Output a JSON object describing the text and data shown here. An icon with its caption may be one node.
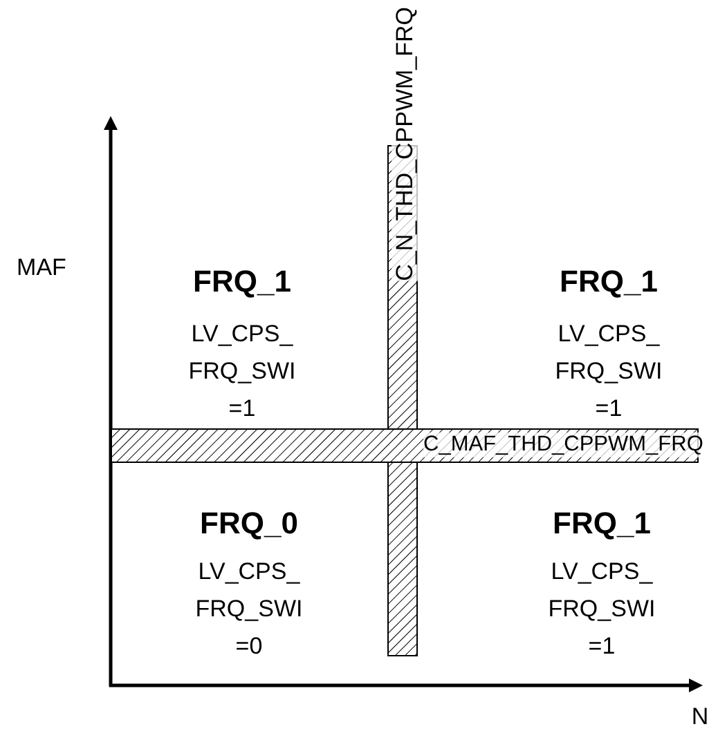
{
  "diagram": {
    "nodes": [
      {
        "text": [
          "C_N_THD_CPPWM_FRQ"
        ]
      },
      {
        "text": [
          "C_MAF_THD_CPPWM_FRQ"
        ]
      }
    ],
    "edges": [],
    "labels": [
      "MAF",
      "FRQ_1",
      "LV_CPS_ FRQ_SWI =1",
      "FRQ_1",
      "LV_CPS_ FRQ_SWI =1",
      "FRQ_0",
      "LV_CPS_ FRQ_SWI =0",
      "FRQ_1",
      "LV_CPS_ FRQ_SWI =1",
      "N"
    ]
  }
}
